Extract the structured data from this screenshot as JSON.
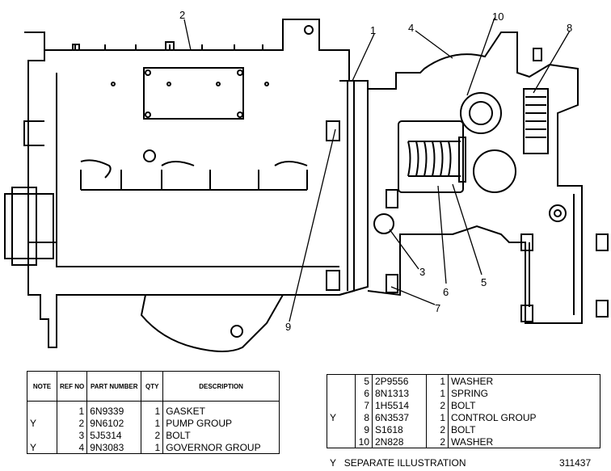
{
  "callouts": [
    "1",
    "2",
    "3",
    "4",
    "5",
    "6",
    "7",
    "8",
    "9",
    "10"
  ],
  "table_left": {
    "headers": {
      "note": "NOTE",
      "ref": "REF NO",
      "part": "PART NUMBER",
      "qty": "QTY",
      "desc": "DESCRIPTION"
    },
    "rows": [
      {
        "note": "",
        "ref": "1",
        "part": "6N9339",
        "qty": "1",
        "desc": "GASKET"
      },
      {
        "note": "Y",
        "ref": "2",
        "part": "9N6102",
        "qty": "1",
        "desc": "PUMP GROUP"
      },
      {
        "note": "",
        "ref": "3",
        "part": "5J5314",
        "qty": "2",
        "desc": "BOLT"
      },
      {
        "note": "Y",
        "ref": "4",
        "part": "9N3083",
        "qty": "1",
        "desc": "GOVERNOR GROUP"
      }
    ]
  },
  "table_right": {
    "rows": [
      {
        "note": "",
        "ref": "5",
        "part": "2P9556",
        "qty": "1",
        "desc": "WASHER"
      },
      {
        "note": "",
        "ref": "6",
        "part": "8N1313",
        "qty": "1",
        "desc": "SPRING"
      },
      {
        "note": "",
        "ref": "7",
        "part": "1H5514",
        "qty": "2",
        "desc": "BOLT"
      },
      {
        "note": "Y",
        "ref": "8",
        "part": "6N3537",
        "qty": "1",
        "desc": "CONTROL GROUP"
      },
      {
        "note": "",
        "ref": "9",
        "part": "S1618",
        "qty": "2",
        "desc": "BOLT"
      },
      {
        "note": "",
        "ref": "10",
        "part": "2N828",
        "qty": "2",
        "desc": "WASHER"
      }
    ]
  },
  "footer": {
    "legend": "Y   SEPARATE ILLUSTRATION",
    "code": "311437"
  }
}
